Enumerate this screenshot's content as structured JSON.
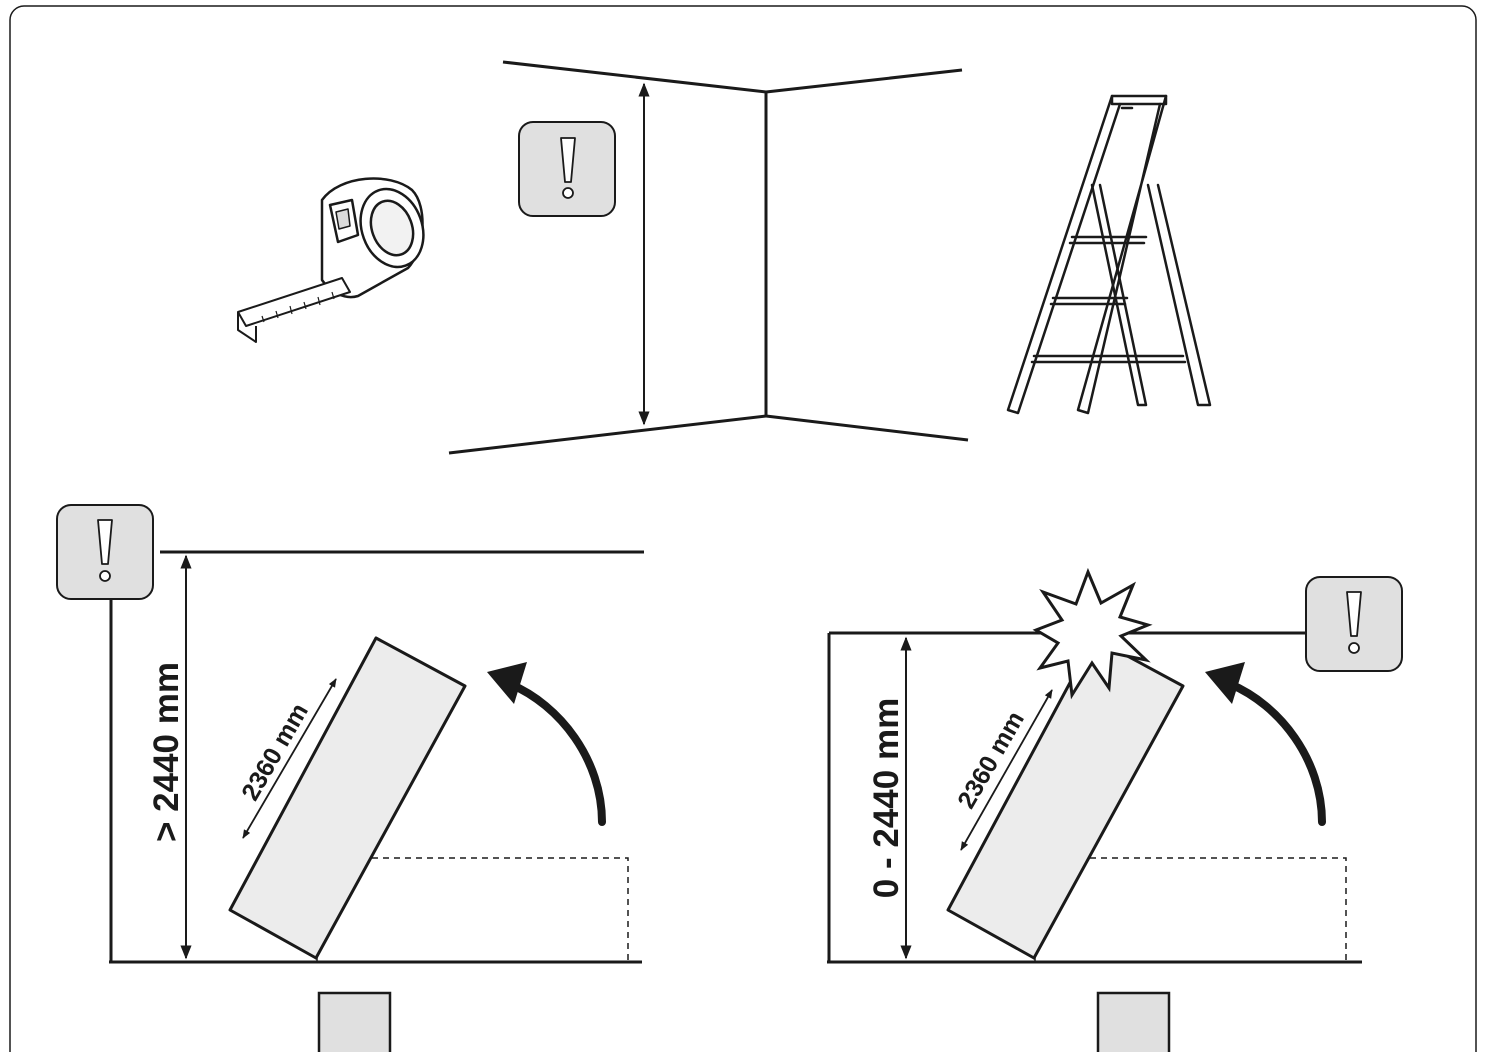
{
  "labels": {
    "min_ceiling_left": "> 2440 mm",
    "panel_length_left": "2360 mm",
    "ceiling_range_right": "0 - 2440 mm",
    "panel_length_right": "2360 mm"
  },
  "icons": {
    "warning": "exclamation-warning-icon",
    "tape_measure": "tape-measure-icon",
    "ladder": "step-ladder-icon",
    "collision": "collision-star-icon",
    "rotation_arrow": "rotation-arrow-icon"
  },
  "colors": {
    "line": "#1a1a1a",
    "panel_fill": "#ececec",
    "warning_fill": "#e0e0e0",
    "background": "#ffffff"
  }
}
